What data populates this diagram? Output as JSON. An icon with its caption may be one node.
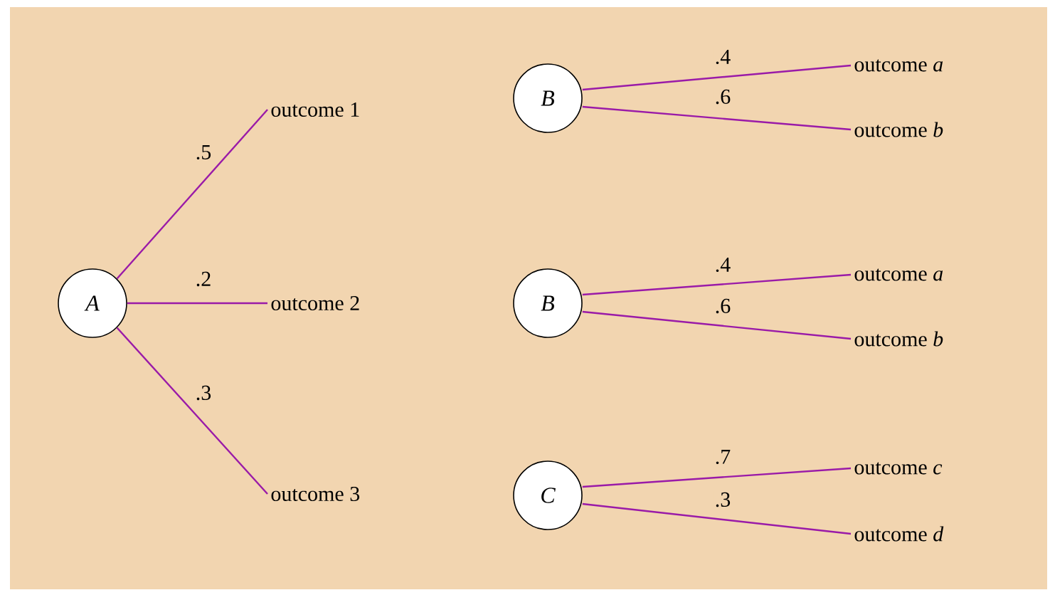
{
  "diagram": {
    "nodes": [
      {
        "text": [
          "A"
        ]
      },
      {
        "text": [
          "outcome 1"
        ]
      },
      {
        "text": [
          "outcome 2"
        ]
      },
      {
        "text": [
          "outcome 3"
        ]
      },
      {
        "text": [
          "B"
        ]
      },
      {
        "text": [
          "outcome *a*"
        ]
      },
      {
        "text": [
          "outcome *b*"
        ]
      },
      {
        "text": [
          "B"
        ]
      },
      {
        "text": [
          "outcome *a*"
        ]
      },
      {
        "text": [
          "outcome *b*"
        ]
      },
      {
        "text": [
          "C"
        ]
      },
      {
        "text": [
          "outcome *c*"
        ]
      },
      {
        "text": [
          "outcome *d*"
        ]
      }
    ],
    "edges": [
      {
        "from": 0,
        "to": 1,
        "arrow": "none",
        "label": ".5"
      },
      {
        "from": 0,
        "to": 2,
        "arrow": "none",
        "label": ".2"
      },
      {
        "from": 0,
        "to": 3,
        "arrow": "none",
        "label": ".3"
      },
      {
        "from": 4,
        "to": 5,
        "arrow": "none",
        "label": ".4"
      },
      {
        "from": 4,
        "to": 6,
        "arrow": "none",
        "label": ".6"
      },
      {
        "from": 7,
        "to": 8,
        "arrow": "none",
        "label": ".4"
      },
      {
        "from": 7,
        "to": 9,
        "arrow": "none",
        "label": ".6"
      },
      {
        "from": 10,
        "to": 11,
        "arrow": "none",
        "label": ".7"
      },
      {
        "from": 10,
        "to": 12,
        "arrow": "none",
        "label": ".3"
      }
    ]
  }
}
